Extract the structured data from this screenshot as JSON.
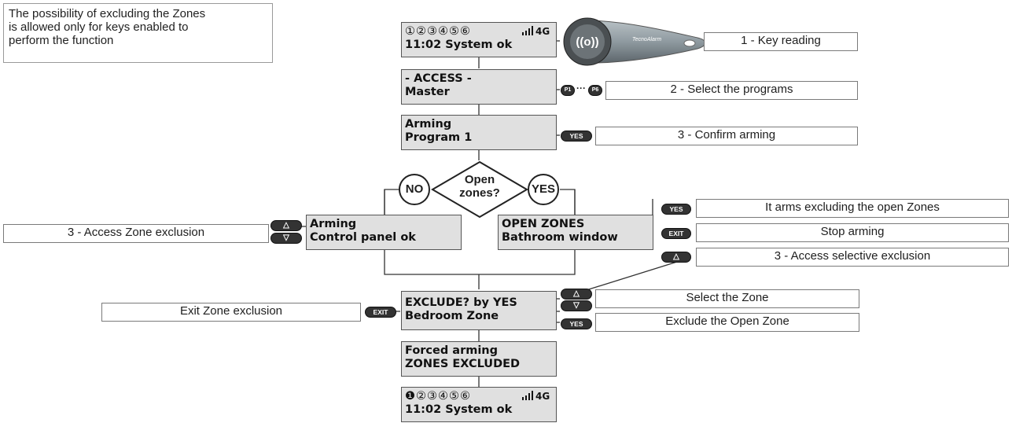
{
  "note": {
    "lines": [
      "The possibility of excluding the Zones",
      "is allowed only for keys enabled to",
      "perform the function"
    ]
  },
  "screens": {
    "status_top": {
      "programs": "①②③④⑤⑥",
      "signal": "4G",
      "line2": "11:02  System ok"
    },
    "access": {
      "line1": "- ACCESS -",
      "line2": "Master"
    },
    "arming": {
      "line1": "Arming",
      "line2": "Program 1"
    },
    "arming_ok": {
      "line1": "Arming",
      "line2": "Control panel ok"
    },
    "open_zones": {
      "line1": "OPEN ZONES",
      "line2": "Bathroom window"
    },
    "exclude": {
      "line1": "EXCLUDE? by YES",
      "line2": "Bedroom Zone"
    },
    "forced": {
      "line1": "Forced arming",
      "line2": "ZONES EXCLUDED"
    },
    "status_bottom": {
      "programs": "❶②③④⑤⑥",
      "signal": "4G",
      "line2": "11:02  System ok"
    }
  },
  "decision": {
    "question_line1": "Open",
    "question_line2": "zones?",
    "no": "NO",
    "yes": "YES"
  },
  "keys": {
    "yes": "YES",
    "exit": "EXIT",
    "up": "△",
    "down": "▽",
    "p1": "P1",
    "p6": "P6",
    "ellipsis": "···"
  },
  "tag_brand": "TecnoAlarm",
  "steps": {
    "key_reading": "1 - Key reading",
    "select_programs": "2 - Select the programs",
    "confirm_arming": "3 - Confirm arming",
    "arms_excluding": "It arms excluding the open Zones",
    "stop_arming": "Stop arming",
    "access_selective": "3 - Access selective exclusion",
    "access_zone_exclusion": "3 - Access Zone exclusion",
    "select_zone": "Select the Zone",
    "exclude_open_zone": "Exclude the Open Zone",
    "exit_zone_exclusion": "Exit Zone exclusion"
  },
  "colors": {
    "lcd_bg": "#e0e0e0",
    "key_bg": "#333333",
    "tag_body": "#8f9aa0"
  }
}
